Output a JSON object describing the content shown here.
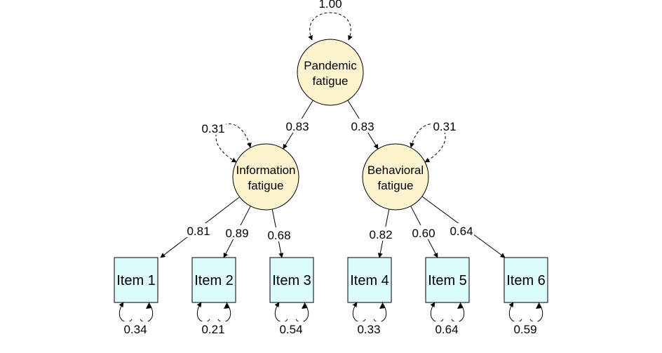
{
  "diagram": {
    "latent_nodes": [
      {
        "id": "pf",
        "lines": [
          "Pandemic",
          "fatigue"
        ]
      },
      {
        "id": "if",
        "lines": [
          "Information",
          "fatigue"
        ]
      },
      {
        "id": "bf",
        "lines": [
          "Behavioral",
          "fatigue"
        ]
      }
    ],
    "observed_nodes": [
      {
        "id": "i1",
        "label": "Item 1"
      },
      {
        "id": "i2",
        "label": "Item 2"
      },
      {
        "id": "i3",
        "label": "Item 3"
      },
      {
        "id": "i4",
        "label": "Item 4"
      },
      {
        "id": "i5",
        "label": "Item 5"
      },
      {
        "id": "i6",
        "label": "Item 6"
      }
    ],
    "paths": [
      {
        "from": "pf",
        "to": "if",
        "label": "0.83"
      },
      {
        "from": "pf",
        "to": "bf",
        "label": "0.83"
      },
      {
        "from": "if",
        "to": "i1",
        "label": "0.81"
      },
      {
        "from": "if",
        "to": "i2",
        "label": "0.89"
      },
      {
        "from": "if",
        "to": "i3",
        "label": "0.68"
      },
      {
        "from": "bf",
        "to": "i4",
        "label": "0.82"
      },
      {
        "from": "bf",
        "to": "i5",
        "label": "0.60"
      },
      {
        "from": "bf",
        "to": "i6",
        "label": "0.64"
      }
    ],
    "variances": [
      {
        "node": "pf",
        "label": "1.00"
      },
      {
        "node": "if",
        "label": "0.31"
      },
      {
        "node": "bf",
        "label": "0.31"
      },
      {
        "node": "i1",
        "label": "0.34"
      },
      {
        "node": "i2",
        "label": "0.21"
      },
      {
        "node": "i3",
        "label": "0.54"
      },
      {
        "node": "i4",
        "label": "0.33"
      },
      {
        "node": "i5",
        "label": "0.64"
      },
      {
        "node": "i6",
        "label": "0.59"
      }
    ],
    "colors": {
      "latent_fill": "#fdf3cf",
      "observed_fill": "#dcfcfc",
      "stroke": "#000000"
    }
  }
}
